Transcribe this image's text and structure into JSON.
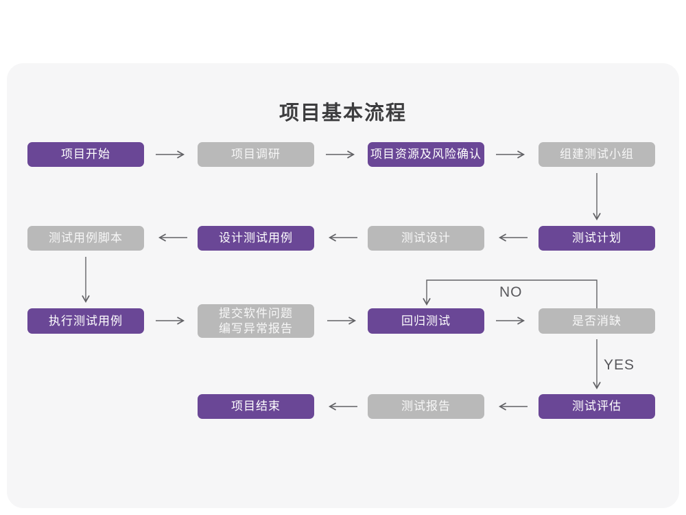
{
  "title": "项目基本流程",
  "colors": {
    "node_purple": "#6a4796",
    "node_gray": "#b9b9b9",
    "card_background": "#f6f6f7",
    "page_background": "#ffffff",
    "arrow": "#616165",
    "title_text": "#3c3c3e"
  },
  "flowchart": {
    "nodes": [
      {
        "id": "project-start",
        "label": "项目开始",
        "variant": "purple"
      },
      {
        "id": "project-research",
        "label": "项目调研",
        "variant": "gray"
      },
      {
        "id": "resource-risk",
        "label": "项目资源及风险确认",
        "variant": "purple"
      },
      {
        "id": "build-test-team",
        "label": "组建测试小组",
        "variant": "gray"
      },
      {
        "id": "test-plan",
        "label": "测试计划",
        "variant": "purple"
      },
      {
        "id": "test-design",
        "label": "测试设计",
        "variant": "gray"
      },
      {
        "id": "design-test-cases",
        "label": "设计测试用例",
        "variant": "purple"
      },
      {
        "id": "test-case-script",
        "label": "测试用例脚本",
        "variant": "gray"
      },
      {
        "id": "run-test-cases",
        "label": "执行测试用例",
        "variant": "purple"
      },
      {
        "id": "submit-issue-report",
        "lines": [
          "提交软件问题",
          "编写异常报告"
        ],
        "variant": "gray"
      },
      {
        "id": "regression-test",
        "label": "回归测试",
        "variant": "purple"
      },
      {
        "id": "defect-cleared",
        "label": "是否消缺",
        "variant": "gray"
      },
      {
        "id": "test-evaluation",
        "label": "测试评估",
        "variant": "purple"
      },
      {
        "id": "test-report",
        "label": "测试报告",
        "variant": "gray"
      },
      {
        "id": "project-end",
        "label": "项目结束",
        "variant": "purple"
      }
    ],
    "branch_labels": {
      "no": "NO",
      "yes": "YES"
    },
    "edges": [
      {
        "from": "project-start",
        "to": "project-research"
      },
      {
        "from": "project-research",
        "to": "resource-risk"
      },
      {
        "from": "resource-risk",
        "to": "build-test-team"
      },
      {
        "from": "build-test-team",
        "to": "test-plan"
      },
      {
        "from": "test-plan",
        "to": "test-design"
      },
      {
        "from": "test-design",
        "to": "design-test-cases"
      },
      {
        "from": "design-test-cases",
        "to": "test-case-script"
      },
      {
        "from": "test-case-script",
        "to": "run-test-cases"
      },
      {
        "from": "run-test-cases",
        "to": "submit-issue-report"
      },
      {
        "from": "submit-issue-report",
        "to": "regression-test"
      },
      {
        "from": "regression-test",
        "to": "defect-cleared"
      },
      {
        "from": "defect-cleared",
        "to": "regression-test",
        "label": "NO"
      },
      {
        "from": "defect-cleared",
        "to": "test-evaluation",
        "label": "YES"
      },
      {
        "from": "test-evaluation",
        "to": "test-report"
      },
      {
        "from": "test-report",
        "to": "project-end"
      }
    ]
  }
}
